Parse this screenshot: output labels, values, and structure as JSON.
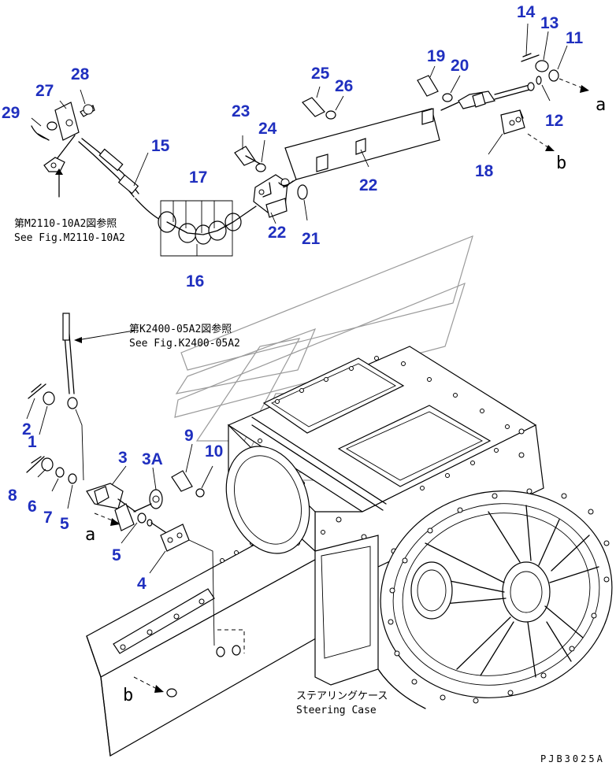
{
  "labels": {
    "n1": "1",
    "n2": "2",
    "n3": "3",
    "n3a": "3A",
    "n4": "4",
    "n5a": "5",
    "n5b": "5",
    "n6": "6",
    "n7": "7",
    "n8": "8",
    "n9": "9",
    "n10": "10",
    "n11": "11",
    "n12": "12",
    "n13": "13",
    "n14": "14",
    "n15": "15",
    "n16": "16",
    "n17": "17",
    "n18": "18",
    "n19": "19",
    "n20": "20",
    "n21": "21",
    "n22a": "22",
    "n22b": "22",
    "n23": "23",
    "n24": "24",
    "n25": "25",
    "n26": "26",
    "n27": "27",
    "n28": "28",
    "n29": "29"
  },
  "letters": {
    "a_right": "a",
    "b_right": "b",
    "a_left": "a",
    "b_left": "b"
  },
  "references": {
    "m2110_jp": "第M2110-10A2図参照",
    "m2110_en": "See Fig.M2110-10A2",
    "k2400_jp": "第K2400-05A2図参照",
    "k2400_en": "See Fig.K2400-05A2",
    "steering_jp": "ステアリングケース",
    "steering_en": "Steering Case"
  },
  "drawing_code": "PJB3025A",
  "colors": {
    "callout": "#1f2fbf",
    "line": "#000000",
    "watermark": "#9a9a9a"
  }
}
